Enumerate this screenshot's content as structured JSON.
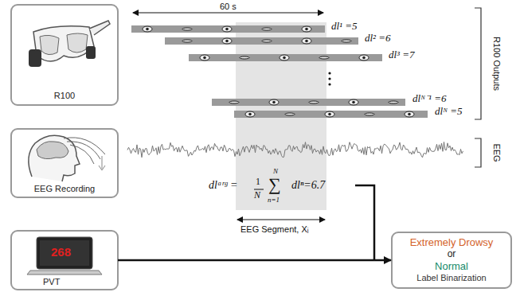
{
  "diagram": {
    "nodes": [
      {
        "text": [
          "R100"
        ]
      },
      {
        "text": [
          "EEG Recording"
        ]
      },
      {
        "text": [
          "PVT"
        ]
      },
      {
        "text": [
          "Extremely Drowsy",
          "or",
          "Normal",
          "Label Binarization"
        ]
      }
    ],
    "edges": [
      {
        "from": 2,
        "to": 3,
        "arrow": "to"
      }
    ],
    "labels": [
      "60 s",
      "dl¹ =5",
      "dl² =6",
      "dl³ =7",
      "dlᴺ⁻¹ =6",
      "dlᴺ =5",
      "R100 Outputs",
      "EEG",
      "dlᵃʳᵍ =",
      "1",
      "N",
      "∑",
      "N",
      "n=1",
      "dlⁿ=6.7",
      "EEG Segment, Xᵢ",
      "268"
    ]
  }
}
